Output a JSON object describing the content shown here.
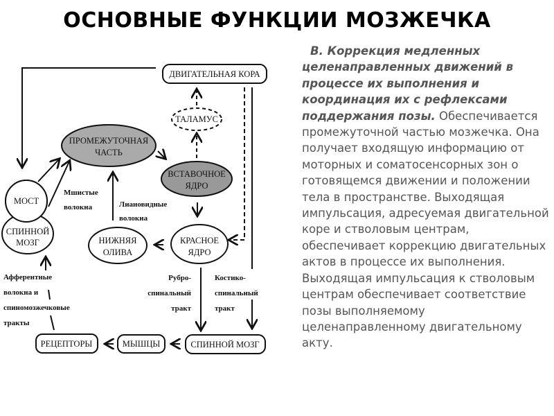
{
  "title": "ОСНОВНЫЕ ФУНКЦИИ МОЗЖЕЧКА",
  "diagram": {
    "motor_cortex": "ДВИГАТЕЛЬНАЯ КОРА",
    "thalamus": "ТАЛАМУС",
    "intermediate_1": "ПРОМЕЖУТОЧНАЯ",
    "intermediate_2": "ЧАСТЬ",
    "interposed_1": "ВСТАВОЧНОЕ",
    "interposed_2": "ЯДРО",
    "pons": "МОСТ",
    "spinal_1": "СПИННОЙ",
    "spinal_2": "МОЗГ",
    "olive_1": "НИЖНЯЯ",
    "olive_2": "ОЛИВА",
    "red_1": "КРАСНОЕ",
    "red_2": "ЯДРО",
    "spinal_cord": "СПИННОЙ МОЗГ",
    "muscles": "МЫШЦЫ",
    "receptors": "РЕЦЕПТОРЫ",
    "mossy_1": "Мшистые",
    "mossy_2": "волокна",
    "climbing_1": "Лиановидные",
    "climbing_2": "волокна",
    "afferent_1": "Афферентные",
    "afferent_2": "волокна и",
    "afferent_3": "спиномозжечковые",
    "afferent_4": "тракты",
    "rubro_1": "Рубро-",
    "rubro_2": "спинальный",
    "rubro_3": "тракт",
    "cortico_1": "Костико-",
    "cortico_2": "спинальный",
    "cortico_3": "тракт"
  },
  "text": {
    "lead": "В. Коррекция медленных целенаправленных движений в процессе их выполнения и координация их с рефлексами поддержания позы.",
    "body": "Обеспечивается промежуточной частью мозжечка. Она получает входящую информацию от моторных и соматосенсорных зон о готовящемся движении и положении тела в пространстве. Выходящая импульсация, адресуемая двигательной коре и стволовым центрам, обеспечивает коррекцию двигательных актов в процессе их выполнения. Выходящая импульсация к стволовым центрам обеспечивает соответствие позы выполняемому целенаправленному двигательному акту."
  }
}
